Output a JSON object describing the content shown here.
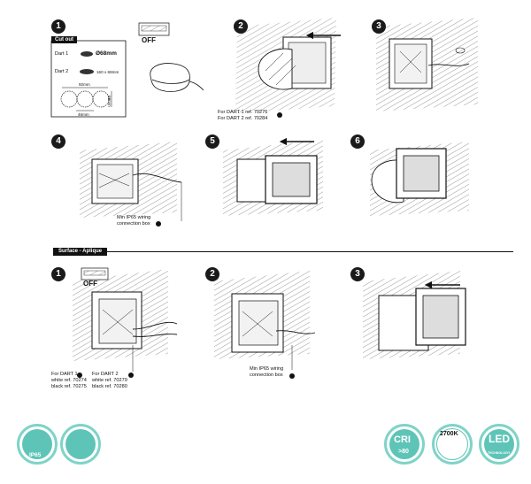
{
  "steps_top": [
    "1",
    "2",
    "3",
    "4",
    "5",
    "6"
  ],
  "steps_bottom": [
    "1",
    "2",
    "3"
  ],
  "cutout": {
    "title": "Cut out",
    "dart1_label": "Dart 1",
    "dart1_size": "Ø68mm",
    "dart2_label": "Dart 2",
    "dart2_size": "160 x 68mm",
    "dim_92": "92mm",
    "dim_68": "68mm",
    "dim_46": "46mm"
  },
  "off_label": "OFF",
  "ref_step2": {
    "line1": "For DART 1 ref. 70276",
    "line2": "For DART 2 ref. 70284"
  },
  "ref_step4": {
    "line1": "Min IP65 wiring",
    "line2": "connection box"
  },
  "section_label": "Surface - Aplique",
  "bottom1": {
    "off": "OFF",
    "a_line1": "For DART 1",
    "a_line2": "white ref. 70274",
    "a_line3": "black ref. 70275",
    "b_line1": "For DART 2",
    "b_line2": "white ref. 70279",
    "b_line3": "black ref. 70280"
  },
  "bottom2": {
    "line1": "Min IP65 wiring",
    "line2": "connection box"
  },
  "badges": {
    "ip": "IP65",
    "cri": "CRI",
    "cri_value": ">80",
    "kelvin": "2700K",
    "led": "LED",
    "led_sub": "TECHNOLOGY"
  },
  "colors": {
    "badge_ring": "#7fd3c8",
    "badge_fill": "#5fc4b8",
    "ink": "#111111"
  },
  "icons": [
    "hatched-wall-icon",
    "recessed-box-icon",
    "cable-icon",
    "arrow-left-icon",
    "no-symbol-icon",
    "screw-rotate-icon",
    "water-drop-icon",
    "spotlight-icon"
  ]
}
